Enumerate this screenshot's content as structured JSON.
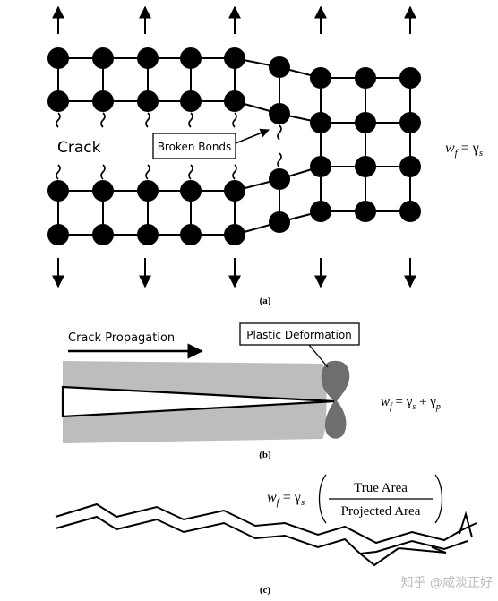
{
  "panel_a": {
    "crack_label": "Crack",
    "broken_bonds_label": "Broken Bonds",
    "formula": {
      "w": "w",
      "w_sub": "f",
      "eq": " = γ",
      "gamma_sub": "s"
    },
    "caption": "(a)"
  },
  "panel_b": {
    "propagation_label": "Crack Propagation",
    "plastic_label": "Plastic Deformation",
    "formula": {
      "w": "w",
      "w_sub": "f",
      "eq1": " = γ",
      "s_sub": "s",
      "eq2": " + γ",
      "p_sub": "p"
    },
    "caption": "(b)"
  },
  "panel_c": {
    "formula": {
      "w": "w",
      "w_sub": "f",
      "eq": " = γ",
      "s_sub": "s",
      "numerator": "True Area",
      "denominator": "Projected Area"
    },
    "caption": "(c)"
  },
  "watermark": "知乎 @咸淡正好"
}
